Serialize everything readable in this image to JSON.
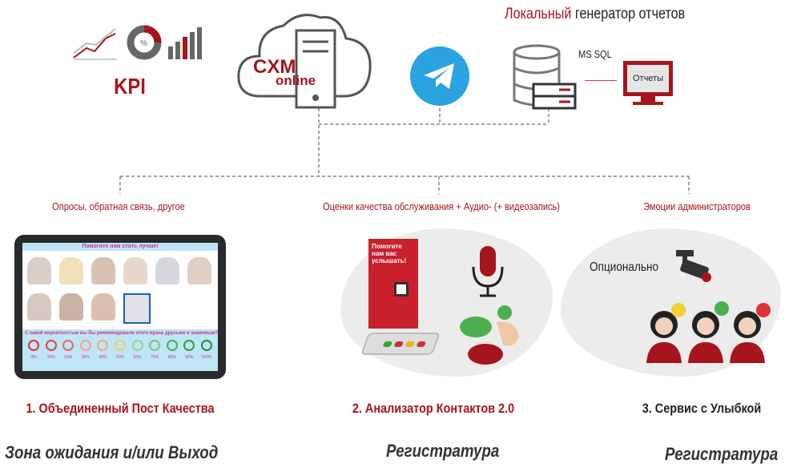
{
  "header": {
    "title_highlight": "Локальный",
    "title_rest": " генератор отчетов"
  },
  "kpi": {
    "label": "KPI",
    "donut_symbol": "%"
  },
  "cloud": {
    "line1": "CXM",
    "line2": "online"
  },
  "db": {
    "label": "MS SQL",
    "monitor_label": "Отчеты"
  },
  "branches": [
    {
      "label": "Опросы, обратная связь,  другое",
      "title": "1. Объединенный Пост Качества",
      "location": "Зона ожидания  и/или Выход"
    },
    {
      "label": "Оценки качества обслуживания + Аудио- (+ видеозапись)",
      "title": "2. Анализатор Контактов 2.0",
      "location": "Регистратура"
    },
    {
      "label": "Эмоции администраторов",
      "title": "3. Сервис с Улыбкой",
      "location": "Регистратура"
    }
  ],
  "tablet": {
    "heading": "Помогите нам стать лучше!",
    "question": "С какой вероятностью вы бы рекомендовали этого врача друзьям и знакомым?",
    "scale": [
      "0%",
      "10%",
      "20%",
      "30%",
      "40%",
      "50%",
      "60%",
      "70%",
      "80%",
      "90%",
      "100%"
    ]
  },
  "device": {
    "card_text": "Помогите нам вас услышать!"
  },
  "service": {
    "optional_label": "Опционально"
  },
  "colors": {
    "accent": "#a6151b",
    "telegram": "#2aa3e0"
  }
}
